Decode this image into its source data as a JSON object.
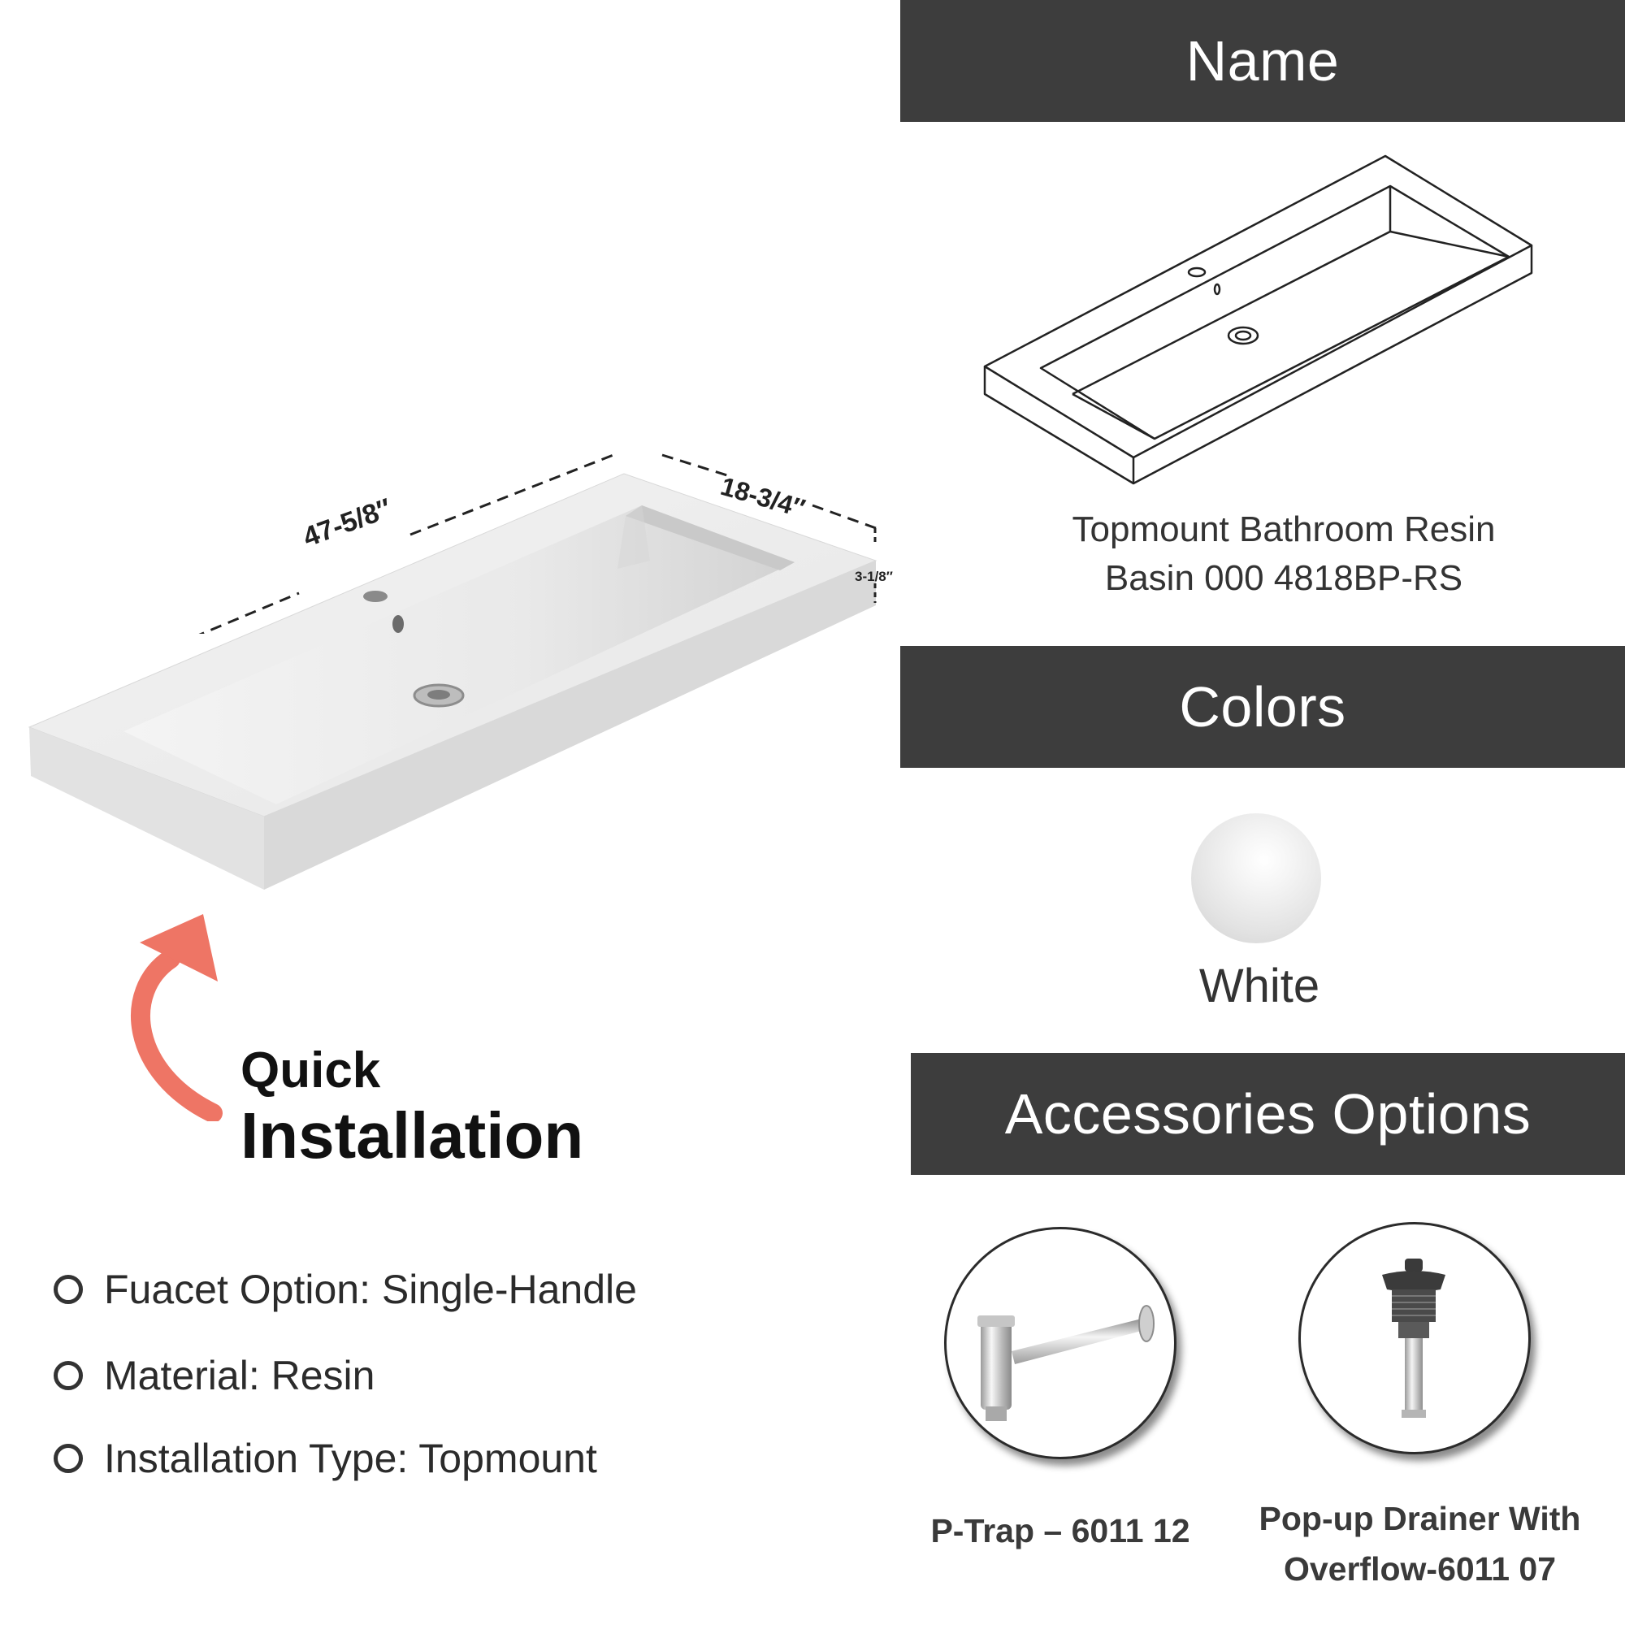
{
  "sections": {
    "name": {
      "title": "Name",
      "product_line1": "Topmount Bathroom Resin",
      "product_line2": "Basin 000 4818BP-RS"
    },
    "colors": {
      "title": "Colors",
      "swatch_name": "White",
      "swatch_color": "#f2f2f2"
    },
    "accessories": {
      "title": "Accessories Options",
      "items": [
        {
          "line1": "P-Trap – 6011 12",
          "line2": "",
          "icon": "p-trap-icon"
        },
        {
          "line1": "Pop-up Drainer With",
          "line2": "Overflow-6011 07",
          "icon": "pop-up-drain-icon"
        }
      ]
    }
  },
  "dimensions": {
    "length": "47-5/8″",
    "width": "18-3/4″",
    "height": "3-1/8″"
  },
  "promo": {
    "line1": "Quick",
    "line2": "Installation",
    "arrow_color": "#ee7565"
  },
  "features": [
    "Fuacet Option: Single-Handle",
    "Material: Resin",
    "Installation Type: Topmount"
  ]
}
